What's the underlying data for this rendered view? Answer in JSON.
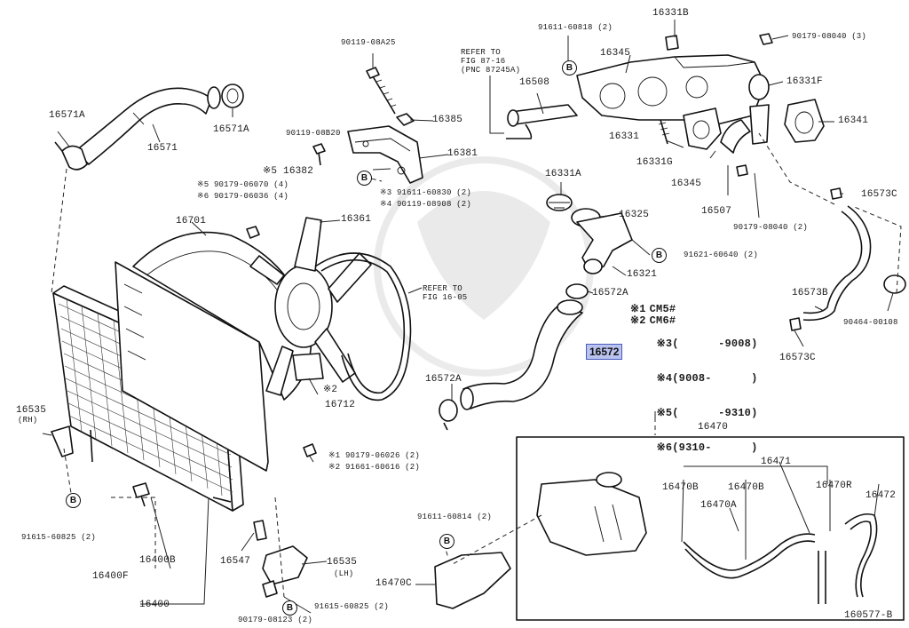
{
  "diagram": {
    "id_code": "160577-B",
    "highlighted_part": "16572"
  },
  "labels": {
    "l_16571a_left": "16571A",
    "l_16571": "16571",
    "l_16571a_right": "16571A",
    "l_90119_08a25": "90119-08A25",
    "l_90119_08b20": "90119-08B20",
    "l_16385": "16385",
    "l_16381": "16381",
    "l_16382": "※5 16382",
    "l_m5_90179_06070": "※5 90179-06070 (4)",
    "l_m6_90179_06036": "※6 90179-06036 (4)",
    "l_m3_91611_60830": "※3 91611-60830 (2)",
    "l_m4_90119_08908": "※4 90119-08908 (2)",
    "l_16701": "16701",
    "l_16361": "16361",
    "l_refer_16_05_a": "REFER TO",
    "l_refer_16_05_b": "FIG 16-05",
    "l_note2": "※2",
    "l_16712": "16712",
    "l_16535_rh_a": "16535",
    "l_16535_rh_b": "(RH)",
    "l_91615_60825_l": "91615-60825 (2)",
    "l_m1_90179_06026": "※1 90179-06026 (2)",
    "l_m2_91661_60616": "※2 91661-60616 (2)",
    "l_16400b": "16400B",
    "l_16400f": "16400F",
    "l_16400": "16400",
    "l_16547": "16547",
    "l_16535_lh_a": "16535",
    "l_16535_lh_b": "(LH)",
    "l_90179_08123": "90179-08123 (2)",
    "l_91615_60825_r": "91615-60825 (2)",
    "l_refer_87_16_a": "REFER TO",
    "l_refer_87_16_b": "FIG 87-16",
    "l_refer_87_16_c": "(PNC 87245A)",
    "l_91611_60818": "91611-60818 (2)",
    "l_16331b": "16331B",
    "l_90179_08040_3": "90179-08040 (3)",
    "l_16345_top": "16345",
    "l_16508": "16508",
    "l_16331f": "16331F",
    "l_16331": "16331",
    "l_16341": "16341",
    "l_16331g": "16331G",
    "l_16345_bot": "16345",
    "l_16507": "16507",
    "l_90179_08040_2": "90179-08040 (2)",
    "l_16573c_top": "16573C",
    "l_16331a": "16331A",
    "l_16325": "16325",
    "l_91621_60640": "91621-60640 (2)",
    "l_16321": "16321",
    "l_16572a_top": "16572A",
    "l_16572a_bot": "16572A",
    "l_16573b": "16573B",
    "l_90464_00108": "90464-00108",
    "l_16573c_bot": "16573C",
    "l_16470": "16470",
    "l_16471": "16471",
    "l_16470b_1": "16470B",
    "l_16470b_2": "16470B",
    "l_16470r": "16470R",
    "l_16472": "16472",
    "l_16470a": "16470A",
    "l_91611_60814": "91611-60814 (2)",
    "l_16470c": "16470C"
  },
  "notes": [
    {
      "mark": "※1",
      "text": "CM5#"
    },
    {
      "mark": "※2",
      "text": "CM6#"
    },
    {
      "mark": "※3",
      "text": "(      -9008)"
    },
    {
      "mark": "※4",
      "text": "(9008-      )"
    },
    {
      "mark": "※5",
      "text": "(      -9310)"
    },
    {
      "mark": "※6",
      "text": "(9310-      )"
    }
  ],
  "badge_letter": "B"
}
